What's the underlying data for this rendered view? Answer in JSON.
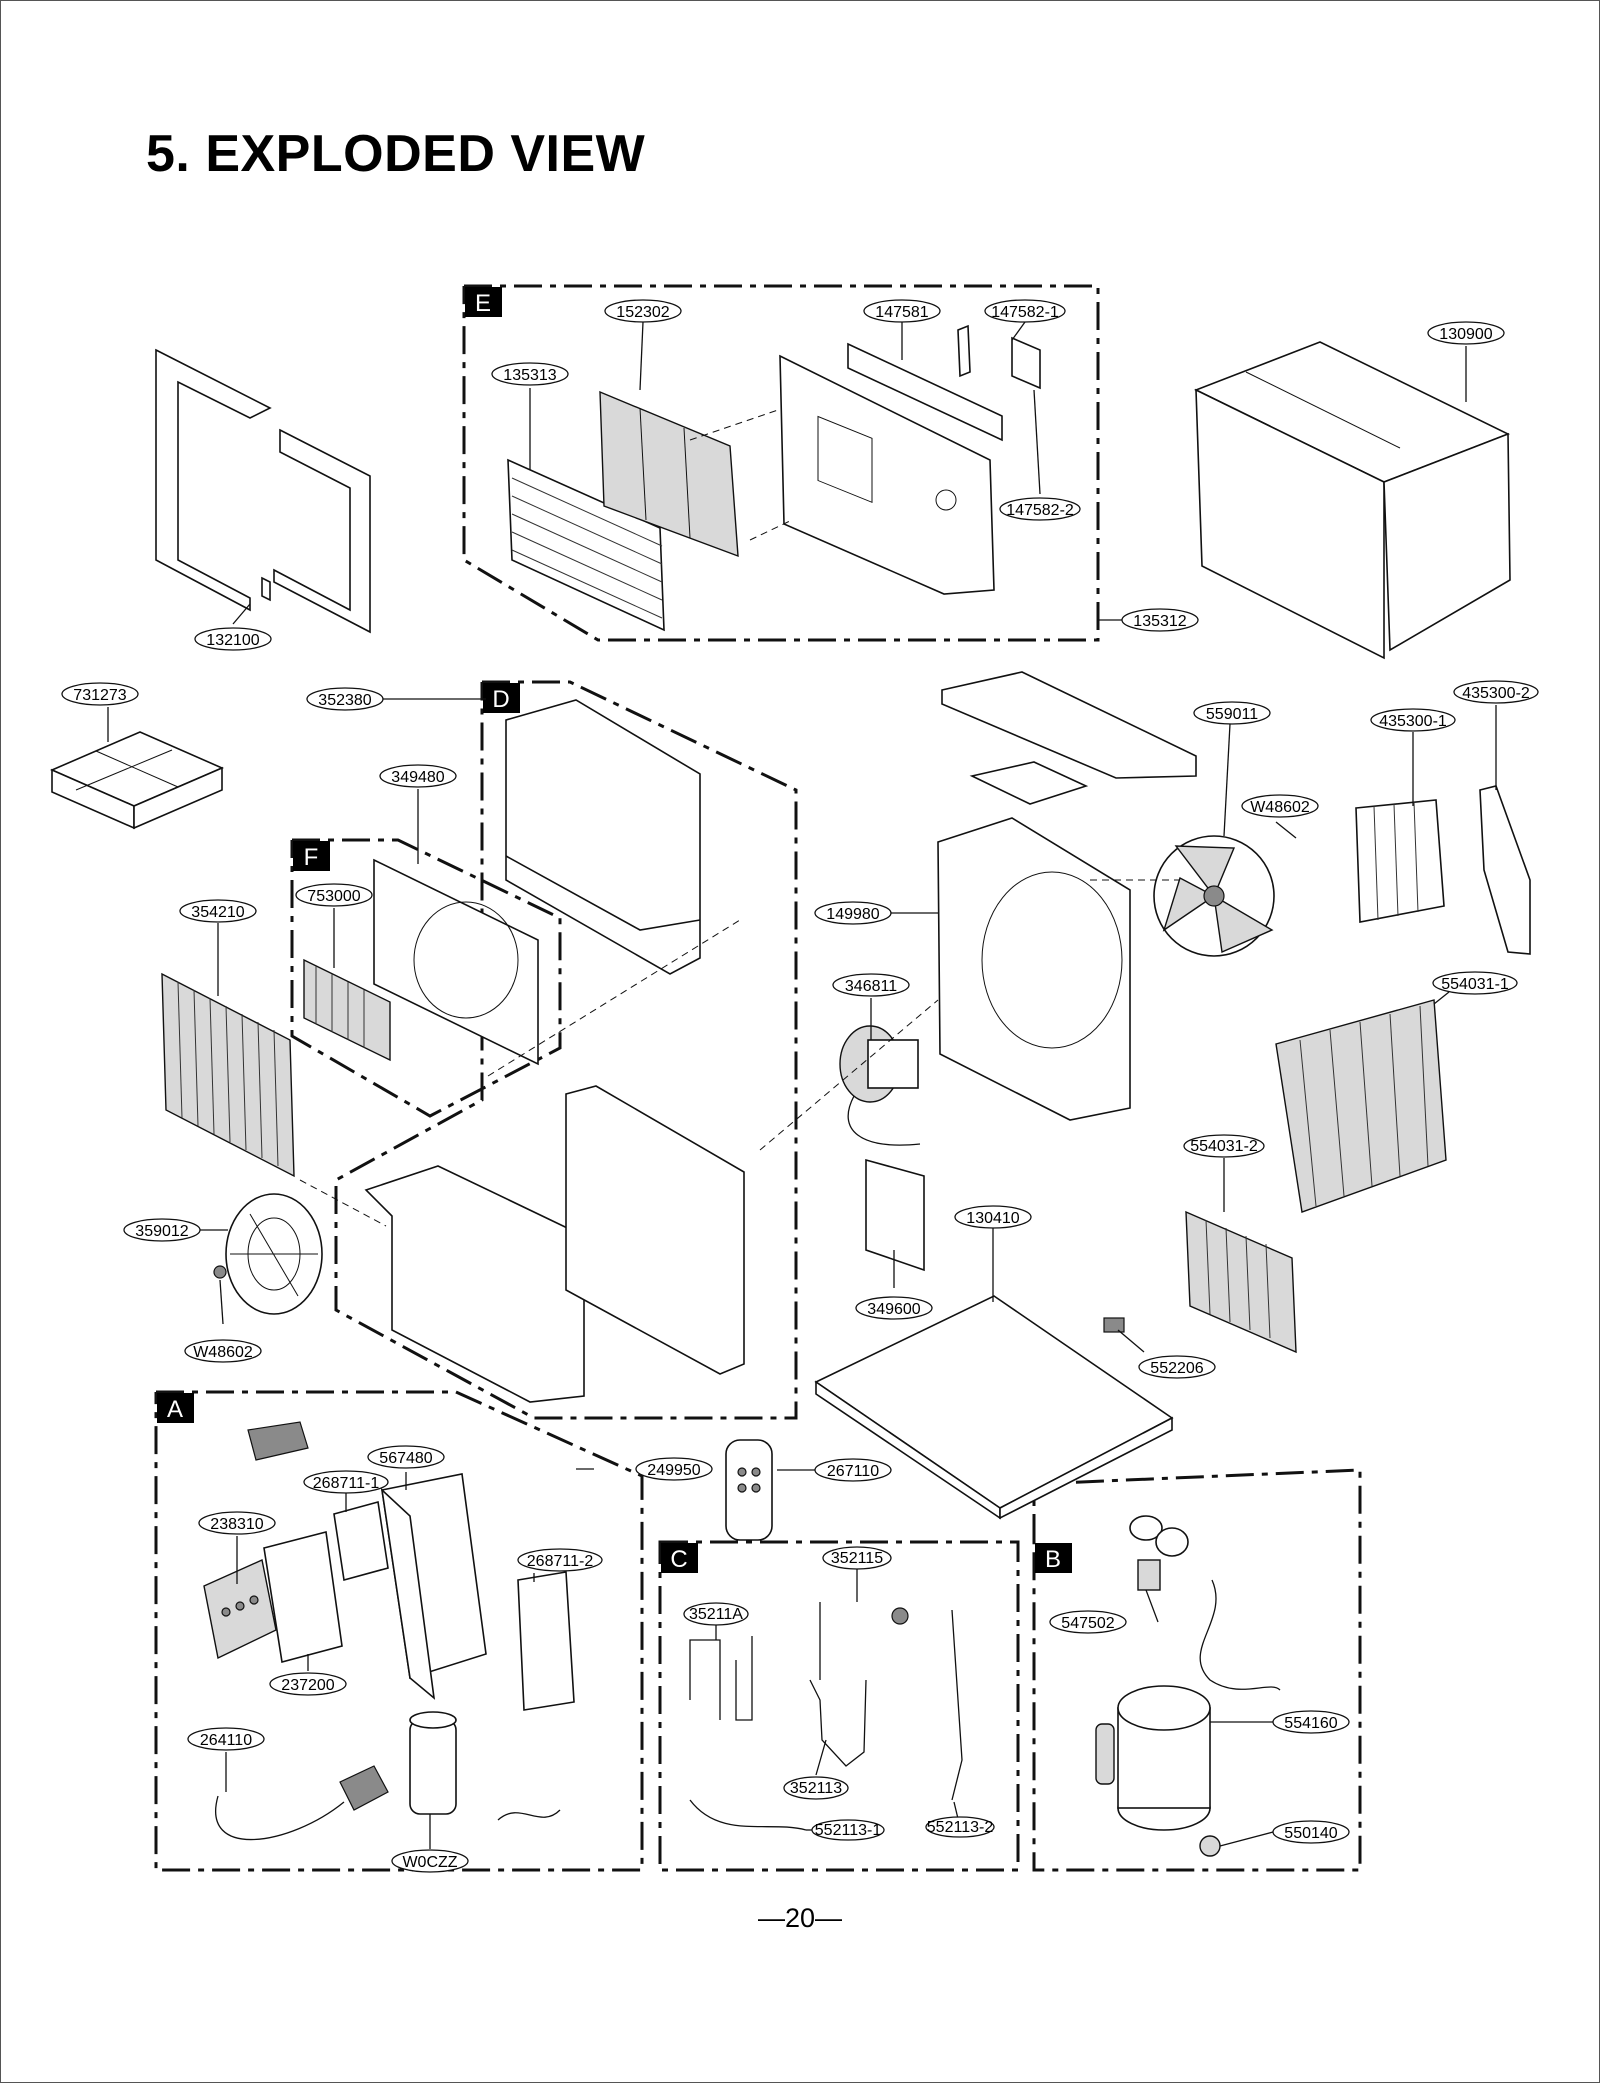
{
  "page": {
    "title": "5. EXPLODED VIEW",
    "page_number": "—20—"
  },
  "sections": [
    "E",
    "D",
    "F",
    "A",
    "C",
    "B"
  ],
  "part_numbers": [
    "152302",
    "147581",
    "147582-1",
    "135313",
    "147582-2",
    "135312",
    "130900",
    "132100",
    "731273",
    "352380",
    "349480",
    "753000",
    "354210",
    "559011",
    "435300-1",
    "435300-2",
    "W48602",
    "149980",
    "346811",
    "554031-1",
    "554031-2",
    "359012",
    "W48602",
    "130410",
    "349600",
    "552206",
    "567480",
    "249950",
    "267110",
    "268711-1",
    "238310",
    "268711-2",
    "352115",
    "35211A",
    "547502",
    "237200",
    "352113",
    "554160",
    "264110",
    "552113-1",
    "552113-2",
    "W0CZZ",
    "550140"
  ]
}
